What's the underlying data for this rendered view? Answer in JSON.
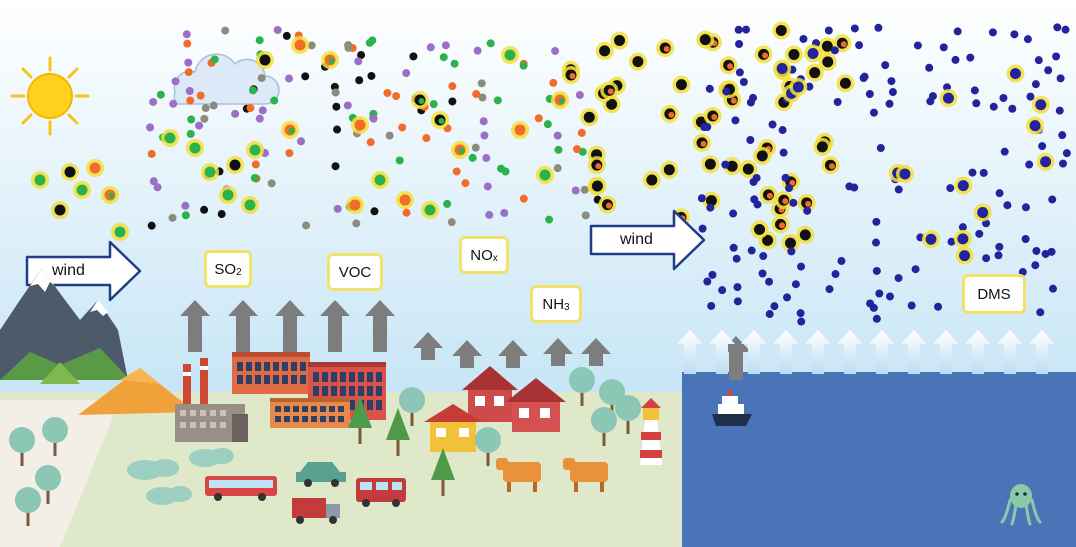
{
  "labels": {
    "so2_main": "SO",
    "so2_sub": "2",
    "voc": "VOC",
    "nox_main": "NO",
    "nox_sub": "x",
    "nh3_main": "NH",
    "nh3_sub": "3",
    "dms": "DMS",
    "wind_left": "wind",
    "wind_right": "wind"
  },
  "colors": {
    "sky_top": "#ffffff",
    "sky_bottom": "#c8e6f5",
    "sea": "#4a74b8",
    "land": "#dfe8c9",
    "label_border": "#f1e36a",
    "emission_arrow": "#7d7d7d",
    "sea_emission_arrow": "#e6f2fb",
    "particle_orange": "#f26b2b",
    "particle_green": "#2bb24c",
    "particle_purple": "#9b6fc7",
    "particle_black": "#111111",
    "particle_grey": "#8c8c7a",
    "particle_blue": "#23249c",
    "particle_halo": "#f2df3a"
  },
  "icons": [
    "sun-icon",
    "cloud-icon",
    "mountain-icon",
    "factory-icon",
    "house-icon",
    "tree-icon",
    "car-icon",
    "bus-icon",
    "truck-icon",
    "van-icon",
    "cow-icon",
    "lighthouse-icon",
    "ship-icon",
    "octopus-icon"
  ]
}
